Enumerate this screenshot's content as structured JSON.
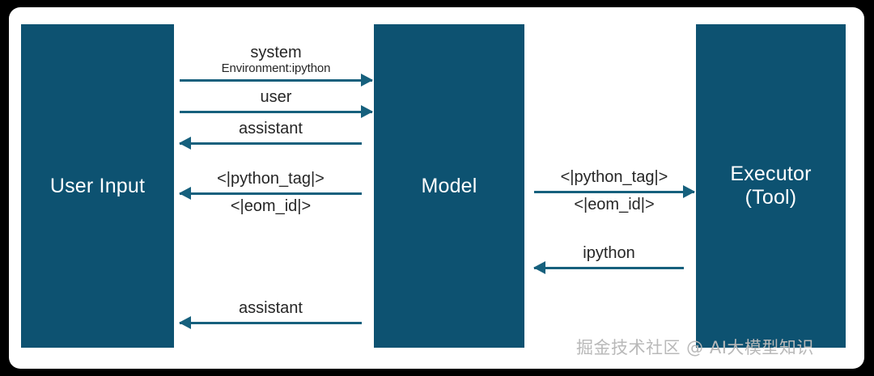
{
  "diagram": {
    "title": "Llama tool-calling message flow sequence diagram",
    "accent_color": "#0d5271",
    "arrow_color": "#16607d",
    "page_background": "#ffffff",
    "outer_background": "#000000",
    "actors": [
      {
        "id": "user-input",
        "label": "User Input"
      },
      {
        "id": "model",
        "label": "Model"
      },
      {
        "id": "executor",
        "label_line1": "Executor",
        "label_line2": "(Tool)"
      }
    ],
    "messages": [
      {
        "id": "system",
        "from": "user-input",
        "to": "model",
        "direction": "right",
        "label_above": "system",
        "label_above_sub": "Environment:ipython",
        "label_below": ""
      },
      {
        "id": "user",
        "from": "user-input",
        "to": "model",
        "direction": "right",
        "label_above": "user",
        "label_below": ""
      },
      {
        "id": "assistant-1",
        "from": "model",
        "to": "user-input",
        "direction": "left",
        "label_above": "assistant",
        "label_below": ""
      },
      {
        "id": "python-tag-left",
        "from": "model",
        "to": "user-input",
        "direction": "left",
        "label_above": "<|python_tag|>",
        "label_below": "<|eom_id|>"
      },
      {
        "id": "assistant-2",
        "from": "model",
        "to": "user-input",
        "direction": "left",
        "label_above": "assistant",
        "label_below": ""
      },
      {
        "id": "python-tag-right",
        "from": "model",
        "to": "executor",
        "direction": "right",
        "label_above": "<|python_tag|>",
        "label_below": "<|eom_id|>"
      },
      {
        "id": "ipython",
        "from": "executor",
        "to": "model",
        "direction": "left",
        "label_above": "ipython",
        "label_below": ""
      }
    ]
  },
  "watermark": {
    "text": "掘金技术社区 @ AI大模型知识"
  }
}
